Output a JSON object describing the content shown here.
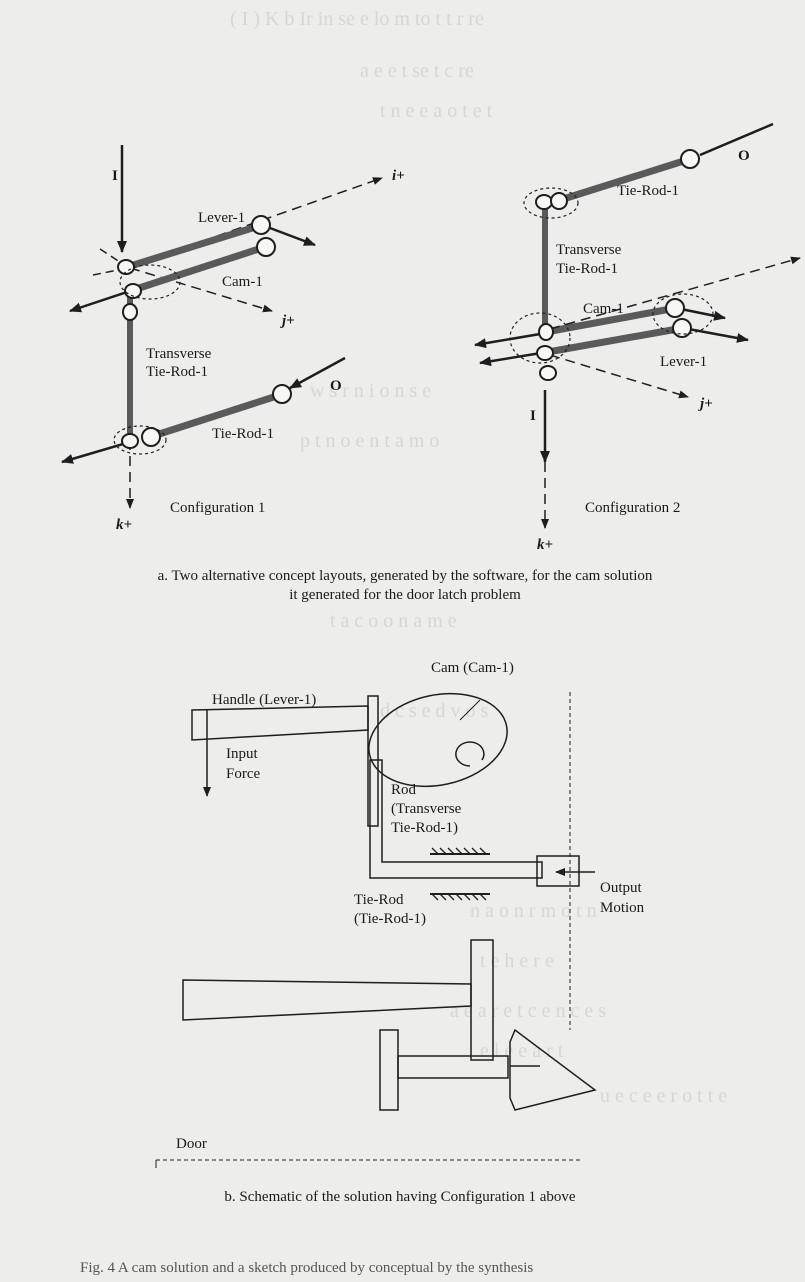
{
  "background_text": [
    "( I ) K  b   Ir  in se  e  lo   m to  t  t  r re",
    "a   e  e  t   se  t   c  re",
    "t  n   e  e   a  o   t   e  t",
    "w    s  r  n   i   o  n   s  e",
    "p  t  n  o  e  n  t  a  m  o",
    "t  a  c  o  o  n  a  m  e",
    "d  c  s  e  d   v  o  s",
    "n   a  o  n  r  m  o  t  n",
    "t  e  h  e   r  e",
    "a  e  a  r  e   t  c   e  n  c  e  s",
    "e  l  e  e  a  r  t",
    "u   e  c  e  e  r  o  t   t  e"
  ],
  "figure_a": {
    "config1": {
      "label_I": "I",
      "label_i": "i+",
      "label_j": "j+",
      "label_k": "k+",
      "label_O": "O",
      "lever": "Lever-1",
      "cam": "Cam-1",
      "transverse_line1": "Transverse",
      "transverse_line2": "Tie-Rod-1",
      "tierod": "Tie-Rod-1",
      "title": "Configuration 1"
    },
    "config2": {
      "label_O": "O",
      "tierod": "Tie-Rod-1",
      "transverse_line1": "Transverse",
      "transverse_line2": "Tie-Rod-1",
      "cam": "Cam-1",
      "lever": "Lever-1",
      "label_j": "j+",
      "label_I": "I",
      "label_k": "k+",
      "title": "Configuration 2"
    },
    "caption_line1": "a. Two alternative concept layouts, generated by the software, for the cam solution",
    "caption_line2": "it generated for the door latch problem"
  },
  "figure_b": {
    "cam": "Cam (Cam-1)",
    "handle": "Handle (Lever-1)",
    "input_line1": "Input",
    "input_line2": "Force",
    "rod_line1": "Rod",
    "rod_line2": "(Transverse",
    "rod_line3": "Tie-Rod-1)",
    "tierod_line1": "Tie-Rod",
    "tierod_line2": "(Tie-Rod-1)",
    "output_line1": "Output",
    "output_line2": "Motion",
    "door": "Door",
    "caption": "b. Schematic of the solution having Configuration 1 above"
  },
  "footer_text": "Fig. 4  A cam solution and a sketch produced by conceptual by the synthesis",
  "colors": {
    "ink": "#1e1e1e",
    "bar": "#5a5a5a",
    "background": "#ededeb"
  }
}
